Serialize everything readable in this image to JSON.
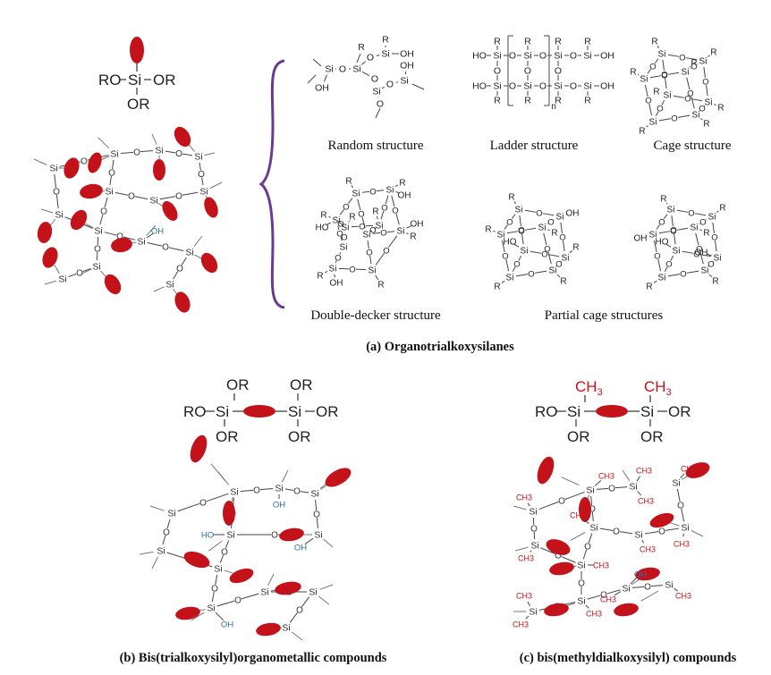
{
  "monomer_a": {
    "left": "RO",
    "center": "Si",
    "right": "OR",
    "bottom": "OR"
  },
  "structures": [
    {
      "label": "Random structure"
    },
    {
      "label": "Ladder structure"
    },
    {
      "label": "Cage structure"
    },
    {
      "label": "Double-decker structure"
    },
    {
      "label": "Partial cage structures"
    }
  ],
  "captions": {
    "a": "(a) Organotrialkoxysilanes",
    "b": "(b) Bis(trialkoxysilyl)organometallic  compounds",
    "c": "(c) bis(methyldialkoxysilyl)  compounds"
  },
  "monomer_b": {
    "ro": "RO",
    "si": "Si",
    "or": "OR"
  },
  "monomer_c": {
    "ro": "RO",
    "si": "Si",
    "or": "OR",
    "ch3": "CH",
    "sub3": "3"
  },
  "atoms": {
    "si": "Si",
    "o": "O",
    "r": "R",
    "oh": "OH",
    "ho": "HO",
    "n": "n",
    "ch3": "CH3"
  },
  "colors": {
    "organic_group": "#c4121a",
    "silanol": "#2d6db5",
    "brace": "#6b3a8e"
  }
}
